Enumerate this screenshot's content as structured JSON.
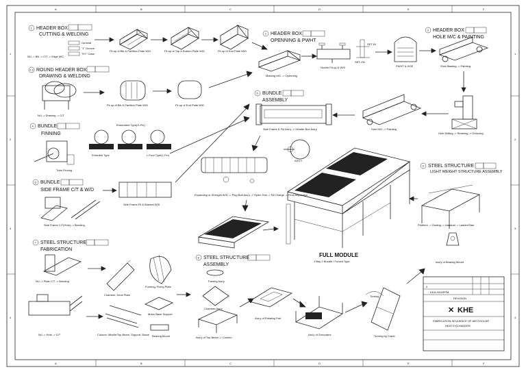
{
  "steps": [
    {
      "num": "1",
      "title": "HEADER BOX",
      "subtitle": "CUTTING & WELDING",
      "options": [
        "General",
        "\"J\" Groove",
        "\"HY\" Case"
      ],
      "captions": [
        "NU -> Blk -> C/T -> Edge M/C",
        "Fit-up of Blk & Partition Plate W/D",
        "Fit-up of Top & Bottom Plate W/D",
        "Fit-up of End Plate W/D"
      ]
    },
    {
      "num": "1-1",
      "title": "ROUND HEADER BOX",
      "subtitle": "DRAWING & WELDING",
      "captions": [
        "NU -> Drawing -> C/T",
        "Fit-up of Blk & Partition Plate W/D",
        "Fit-up of End Plate W/D"
      ]
    },
    {
      "num": "2",
      "title": "HEADER BOX",
      "subtitle": "OPENNING & PWHT",
      "captions": [
        "Marking M/C -> Openning",
        "Nozzle Fit-up & W/D",
        "SET-IN",
        "SET-ON",
        "PWHT & HOE"
      ]
    },
    {
      "num": "3",
      "title": "HEADER BOX",
      "subtitle": "HOLE M/C & PAINTING",
      "captions": [
        "Shot Blasting -> Painting",
        "Hole Drilling -> Reaming -> Grooving"
      ]
    },
    {
      "num": "4",
      "title": "BUNDLE",
      "subtitle": "FINNING",
      "captions": [
        "Tube Finning",
        "Extruded Type",
        "Embedded Type(G-Fin)",
        "L-Foot Type(L-Fin)"
      ]
    },
    {
      "num": "5",
      "title": "BUNDLE",
      "subtitle": "SIDE FRAME C/T & W/D",
      "captions": [
        "Side Frame C/T(Hole) -> Bending",
        "Side Frame Fit & Bracket W/D"
      ]
    },
    {
      "num": "6",
      "title": "BUNDLE",
      "subtitle": "ASSEMBLY",
      "captions": [
        "Side Frame & Fin Ass'y -> Header Box Ass'y",
        "Hole M/C -> Painting",
        "Expanding or Strength W/D -> Plug Bolt Ass'y -> Hydro Test -> N2 Charge -> Final Inspection"
      ]
    },
    {
      "num": "7",
      "title": "STEEL STRUCTURE",
      "subtitle": "FABRICATION",
      "captions": [
        "NU -> Plate C/T -> Bending",
        "Chamber, Deck Plate",
        "Forming, Fixing Plate",
        "Motor Base Support",
        "NU -> Hole -> C/T",
        "Column, Middle/Top Beam, Support, Brace",
        "Bearing Mount"
      ]
    },
    {
      "num": "8",
      "title": "STEEL STRUCTURE",
      "subtitle": "ASSEMBLY",
      "captions": [
        "Fanring Ass'y",
        "Chamber Ass'y",
        "Ass'y of Top Beam -> Column",
        "Ass'y of Rotating Part",
        "Ass'y of Shrouders",
        "Turning by Crane",
        "Turning"
      ]
    },
    {
      "num": "9",
      "title": "STEEL STRUCTURE",
      "subtitle": "LIGHT WEIGHT STRUCTURE ASSEMBLY",
      "captions": [
        "Platform -> Grating -> Handrail -> Ladder/Stair",
        "Ass'y of Bearing Mount"
      ]
    }
  ],
  "center": {
    "title": "FULL MODULE",
    "subtitle": "1 Bay 2 Bundle / Forced Type",
    "assy_label": "ASS'Y"
  },
  "title_block": {
    "logo": "KHE",
    "title_line1": "FABRICATION SEQUENCE OF AIR COOLER",
    "title_line2": "HEAT EXCHANGER",
    "revision": "REVISION",
    "rev_no": "0",
    "doc_no": "KEA-X000PPM"
  },
  "border_marks": {
    "top": [
      "A",
      "B",
      "C",
      "D",
      "E",
      "F"
    ],
    "bottom": [
      "A",
      "B",
      "C",
      "D",
      "E",
      "F"
    ],
    "side": [
      "1",
      "2",
      "3",
      "4"
    ]
  }
}
